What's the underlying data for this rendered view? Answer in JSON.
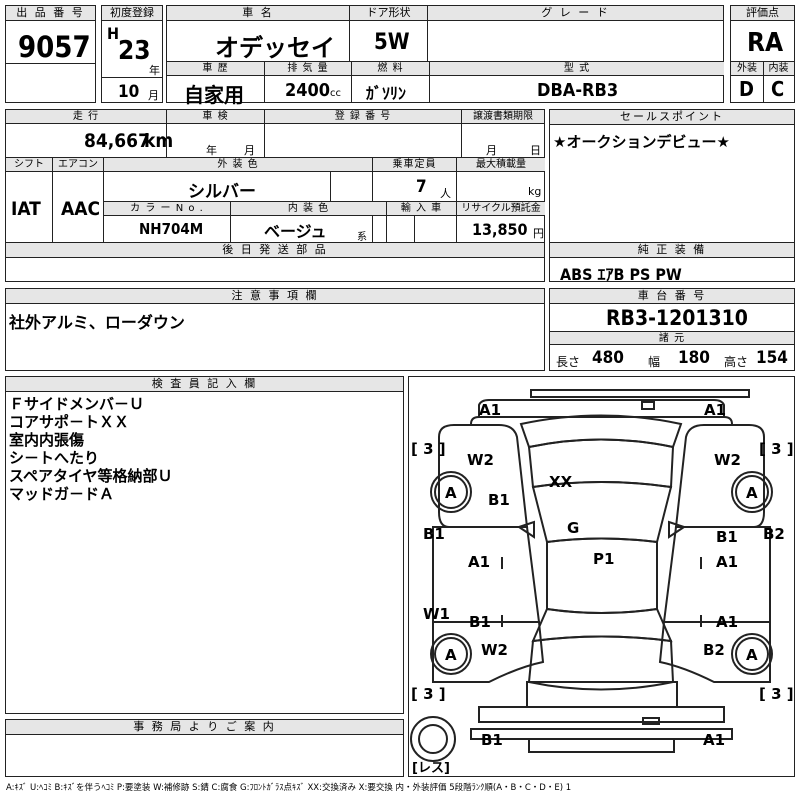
{
  "header": {
    "lot_label": "出 品 番 号",
    "lot_no": "9057",
    "first_reg_label": "初度登録",
    "era": "H",
    "year": "23",
    "year_unit": "年",
    "month": "10",
    "month_unit": "月",
    "name_label": "車 名",
    "name": "オデッセイ",
    "door_label": "ドア形状",
    "door": "5W",
    "grade_label": "グ レ ー ド",
    "grade": "",
    "score_label": "評価点",
    "score": "RA",
    "history_label": "車 歴",
    "history": "自家用",
    "disp_label": "排 気 量",
    "disp": "2400",
    "disp_unit": "cc",
    "fuel_label": "燃 料",
    "fuel": "ｶﾞｿﾘﾝ",
    "model_label": "型 式",
    "model": "DBA-RB3",
    "ext_label": "外装",
    "ext": "D",
    "int_label": "内装",
    "int": "C"
  },
  "row2": {
    "mileage_label": "走 行",
    "mileage": "84,667",
    "mileage_unit": "km",
    "inspect_label": "車 検",
    "inspect_year_unit": "年",
    "inspect_month_unit": "月",
    "plate_label": "登 録 番 号",
    "transfer_label": "譲渡書類期限",
    "transfer_month_unit": "月",
    "transfer_day_unit": "日",
    "sales_label": "セールスポイント",
    "sales_text": "★オークションデビュー★"
  },
  "row3": {
    "shift_label": "シフト",
    "shift": "IAT",
    "ac_label": "エアコン",
    "ac": "AAC",
    "color_label": "外 装 色",
    "color": "シルバー",
    "seats_label": "乗車定員",
    "seats": "7",
    "seats_unit": "人",
    "load_label": "最大積載量",
    "load_unit": "kg",
    "color_no_label": "カ ラ ー N o .",
    "color_no": "NH704M",
    "int_color_label": "内 装 色",
    "int_color": "ベージュ",
    "int_color_unit": "系",
    "import_label": "輸 入 車",
    "recycle_label": "リサイクル預託金",
    "recycle": "13,850",
    "recycle_unit": "円"
  },
  "later_parts_label": "後 日 発 送 部 品",
  "genuine": {
    "label": "純 正 装 備",
    "text": "ABS ｴｱB PS PW"
  },
  "notes": {
    "label": "注 意 事 項 欄",
    "text": "社外アルミ、ローダウン"
  },
  "chassis": {
    "label": "車 台 番 号",
    "number": "RB3-1201310",
    "spec_label": "諸 元",
    "length_label": "長さ",
    "length": "480",
    "width_label": "幅",
    "width": "180",
    "height_label": "高さ",
    "height": "154"
  },
  "inspector": {
    "label": "検 査 員 記 入 欄",
    "lines": [
      "Ｆサイドメンバ－Ｕ",
      "コアサポ－トＸＸ",
      "室内内張傷",
      "シ－トへたり",
      "スペアタイヤ等格納部Ｕ",
      "マッドガ－ドＡ"
    ]
  },
  "office": {
    "label": "事 務 局 よ り ご 案 内"
  },
  "diagram": {
    "marks": {
      "front_l": "A1",
      "front_r": "A1",
      "tire_fl_count": "[ 3 ]",
      "tire_fr_count": "[ 3 ]",
      "w2_fl": "W2",
      "w2_fr": "W2",
      "wheel": "A",
      "b1_fl": "B1",
      "hood": "XX",
      "b1_fender_l": "B1",
      "b2_fender_r": "B2",
      "b1_door_r": "B1",
      "a1_door_l": "A1",
      "a1_door_r": "A1",
      "glass": "G",
      "roof": "P1",
      "w1_l": "W1",
      "b1_rdoor_l": "B1",
      "a1_rdoor_r": "A1",
      "w2_rl": "W2",
      "b2_rr": "B2",
      "tire_rl_count": "[ 3 ]",
      "tire_rr_count": "[ 3 ]",
      "rear_l": "B1",
      "rear_r": "A1",
      "spare": "[レス]"
    }
  },
  "legend": "A:ｷｽﾞ U:ﾍｺﾐ B:ｷｽﾞを伴うﾍｺﾐ P:要塗装 W:補修跡 S:錆 C:腐食 G:ﾌﾛﾝﾄｶﾞﾗｽ点ｷｽﾞ XX:交換済み X:要交換 内・外装評価 5段階ﾗﾝｸ順(A・B・C・D・E) 1"
}
